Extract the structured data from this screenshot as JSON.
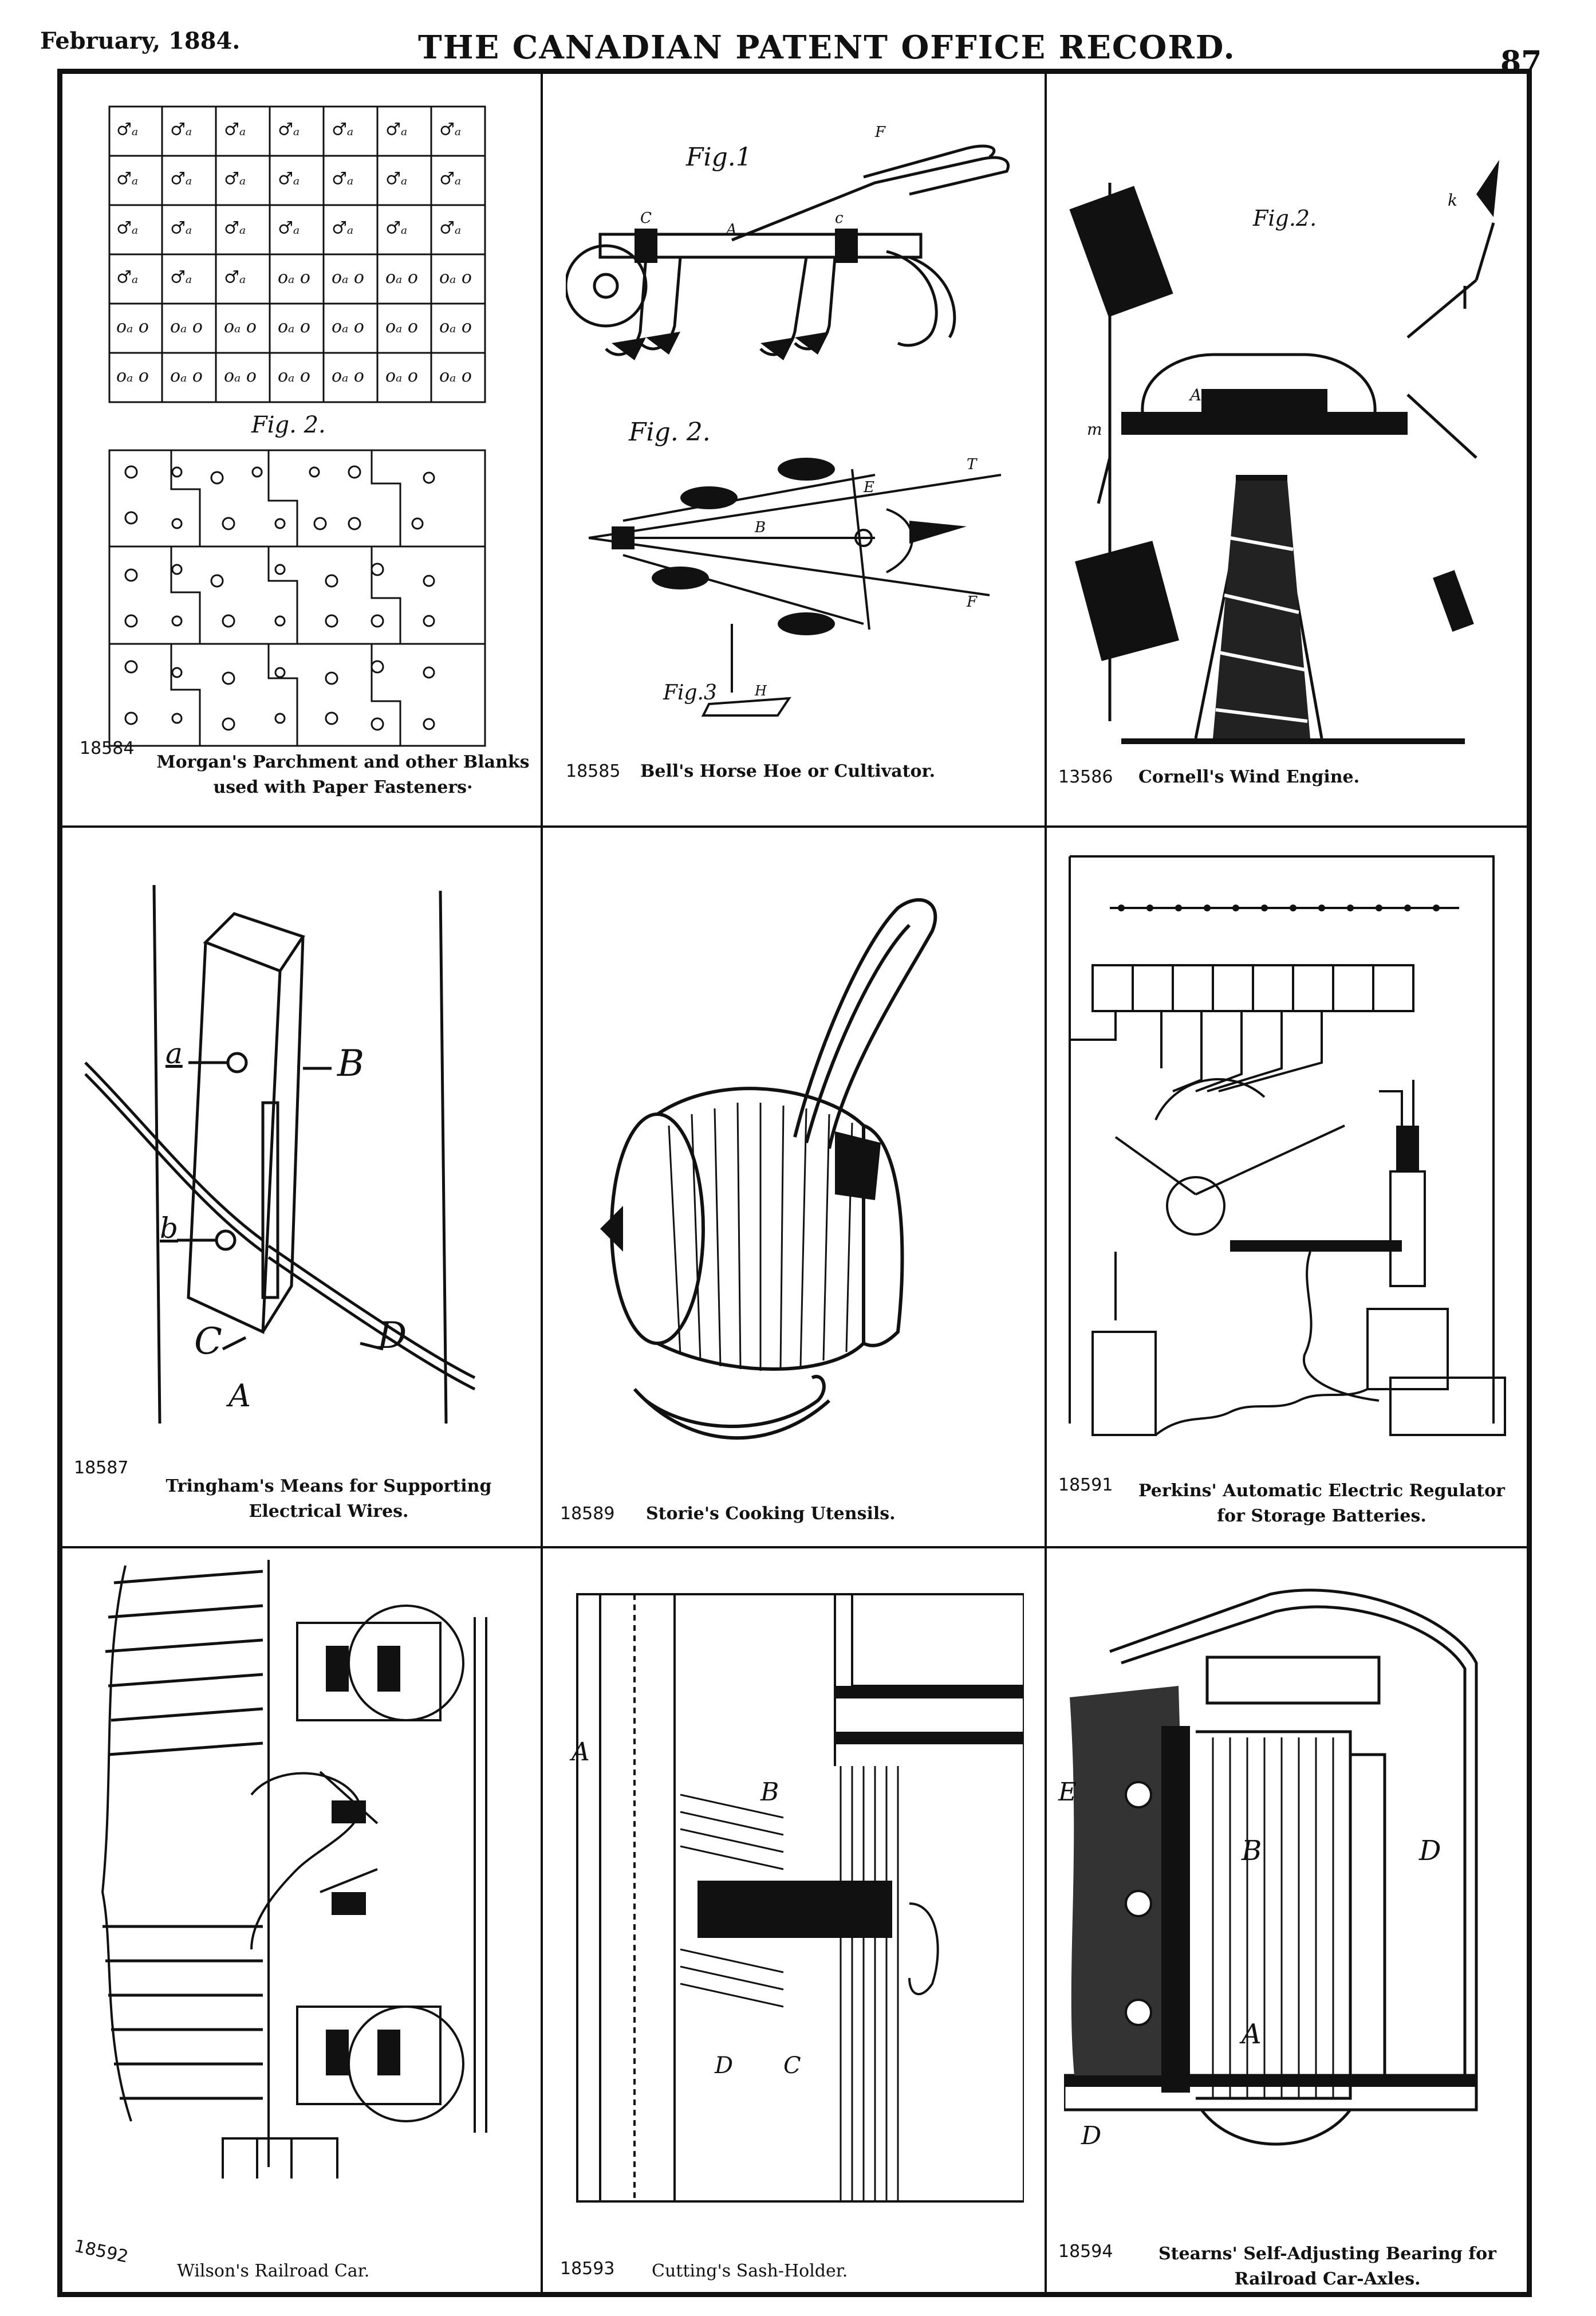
{
  "header": {
    "date": "February, 1884.",
    "title": "THE CANADIAN PATENT OFFICE RECORD.",
    "page_number": "87"
  },
  "patents": [
    {
      "number": "18584",
      "caption_line1": "Morgan's Parchment and other Blanks",
      "caption_line2": "used with Paper Fasteners·",
      "fig_label": "Fig. 2."
    },
    {
      "number": "18585",
      "caption_line1": "Bell's Horse Hoe or Cultivator.",
      "fig1_label": "Fig.1",
      "fig2_label": "Fig. 2.",
      "fig3_label": "Fig.3"
    },
    {
      "number": "13586",
      "caption_line1": "Cornell's Wind Engine.",
      "fig_label": "Fig.2."
    },
    {
      "number": "18587",
      "caption_line1": "Tringham's Means for Supporting",
      "caption_line2": "Electrical Wires.",
      "labels": [
        "a",
        "B",
        "b",
        "C",
        "D",
        "A"
      ]
    },
    {
      "number": "18589",
      "caption_line1": "Storie's Cooking Utensils."
    },
    {
      "number": "18591",
      "caption_line1": "Perkins' Automatic Electric Regulator",
      "caption_line2": "for Storage Batteries."
    },
    {
      "number": "18592",
      "caption_line1": "Wilson's Railroad Car."
    },
    {
      "number": "18593",
      "caption_line1": "Cutting's Sash-Holder.",
      "labels": [
        "A",
        "B",
        "C",
        "D"
      ]
    },
    {
      "number": "18594",
      "caption_line1": "Stearns' Self-Adjusting Bearing for",
      "caption_line2": "Railroad Car-Axles.",
      "labels": [
        "B",
        "D",
        "A",
        "E",
        "D"
      ]
    }
  ]
}
